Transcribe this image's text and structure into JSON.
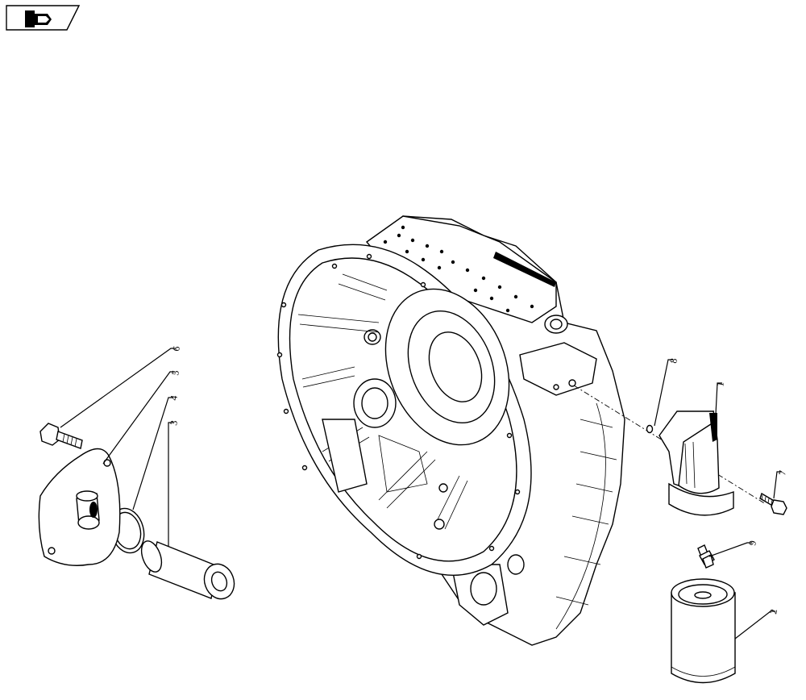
{
  "badge_icon": "book-arrow-icon",
  "callouts": [
    "1",
    "2",
    "3",
    "4",
    "5",
    "6",
    "7",
    "8",
    "9"
  ]
}
